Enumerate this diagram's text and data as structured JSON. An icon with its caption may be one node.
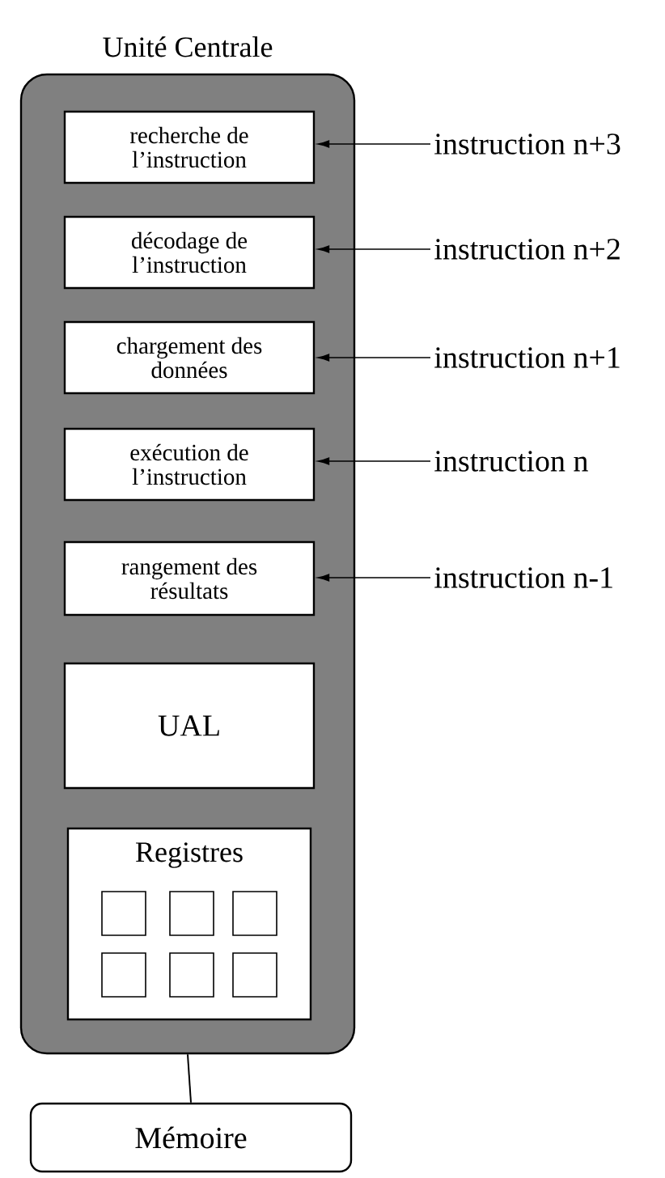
{
  "diagram": {
    "nodes": [
      {
        "text": [
          "Unité Centrale"
        ]
      },
      {
        "text": [
          "recherche de l’instruction"
        ],
        "in": 0
      },
      {
        "text": [
          "décodage de l’instruction"
        ],
        "in": 0
      },
      {
        "text": [
          "chargement des données"
        ],
        "in": 0
      },
      {
        "text": [
          "exécution de l’instruction"
        ],
        "in": 0
      },
      {
        "text": [
          "rangement des résultats"
        ],
        "in": 0
      },
      {
        "text": [
          "UAL"
        ],
        "in": 0
      },
      {
        "text": [
          "Registres"
        ],
        "in": 0
      },
      {
        "text": [],
        "shape": "box",
        "in": 7
      },
      {
        "text": [],
        "shape": "box",
        "in": 7
      },
      {
        "text": [],
        "shape": "box",
        "in": 7
      },
      {
        "text": [],
        "shape": "box",
        "in": 7
      },
      {
        "text": [],
        "shape": "box",
        "in": 7
      },
      {
        "text": [],
        "shape": "box",
        "in": 7
      },
      {
        "text": [
          "Mémoire"
        ]
      },
      {
        "text": [
          "instruction n+3"
        ]
      },
      {
        "text": [
          "instruction n+2"
        ]
      },
      {
        "text": [
          "instruction n+1"
        ]
      },
      {
        "text": [
          "instruction n"
        ]
      },
      {
        "text": [
          "instruction n-1"
        ]
      }
    ],
    "edges": [
      {
        "from": 15,
        "to": 1,
        "arrow": "to"
      },
      {
        "from": 16,
        "to": 2,
        "arrow": "to"
      },
      {
        "from": 17,
        "to": 3,
        "arrow": "to"
      },
      {
        "from": 18,
        "to": 4,
        "arrow": "to"
      },
      {
        "from": 19,
        "to": 5,
        "arrow": "to"
      },
      {
        "from": 0,
        "to": 14,
        "arrow": "none"
      }
    ]
  }
}
